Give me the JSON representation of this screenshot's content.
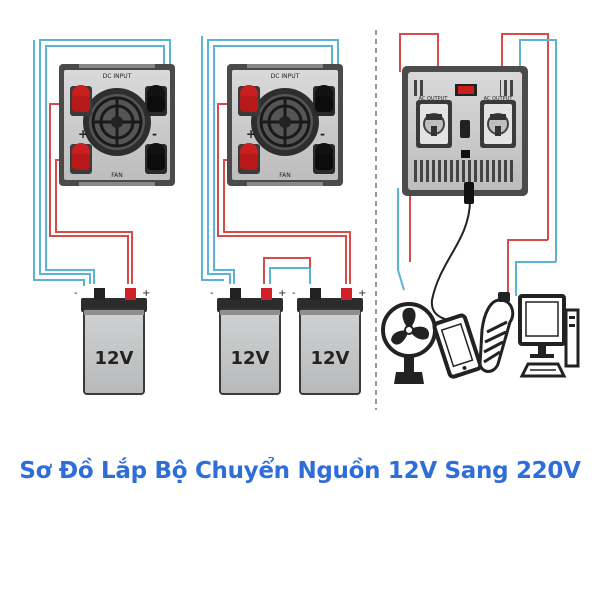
{
  "caption": "Sơ Đồ Lắp Bộ Chuyển Nguồn 12V Sang 220V",
  "inverter_dc": {
    "label_top": "DC INPUT",
    "label_bottom": "FAN",
    "plus": "+",
    "minus": "-"
  },
  "inverter_ac": {
    "label_left": "AC OUTPUT",
    "label_right": "AC OUTPUT"
  },
  "battery": {
    "label": "12V",
    "minus": "-",
    "plus": "+"
  },
  "colors": {
    "red_wire": "#d94a4a",
    "blue_wire": "#5ab4d6",
    "caption": "#2f6ed8",
    "dashed_divider": "#9a9a9a"
  },
  "icons": [
    "fan-icon",
    "tablet-icon",
    "light-bulb-icon",
    "desktop-computer-icon"
  ]
}
